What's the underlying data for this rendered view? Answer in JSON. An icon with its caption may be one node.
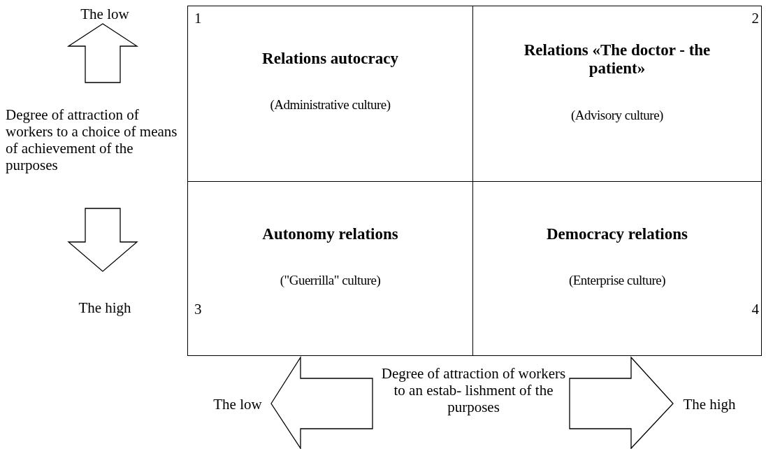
{
  "diagram": {
    "nodes": [
      {
        "text": [
          "Relations autocracy",
          "(Administrative culture)"
        ]
      },
      {
        "text": [
          "Relations «The doctor - the patient»",
          "(Advisory culture)"
        ]
      },
      {
        "text": [
          "Autonomy relations",
          "(\"Guerrilla\" culture)"
        ]
      },
      {
        "text": [
          "Democracy relations",
          "(Enterprise culture)"
        ]
      }
    ],
    "labels": [
      "The low",
      "1",
      "2",
      "Degree of attraction of workers to a choice of means of achievement of the purposes",
      "The high",
      "3",
      "4",
      "The low",
      "Degree of attraction of workers to an estab- lishment of the purposes",
      "The high"
    ]
  }
}
